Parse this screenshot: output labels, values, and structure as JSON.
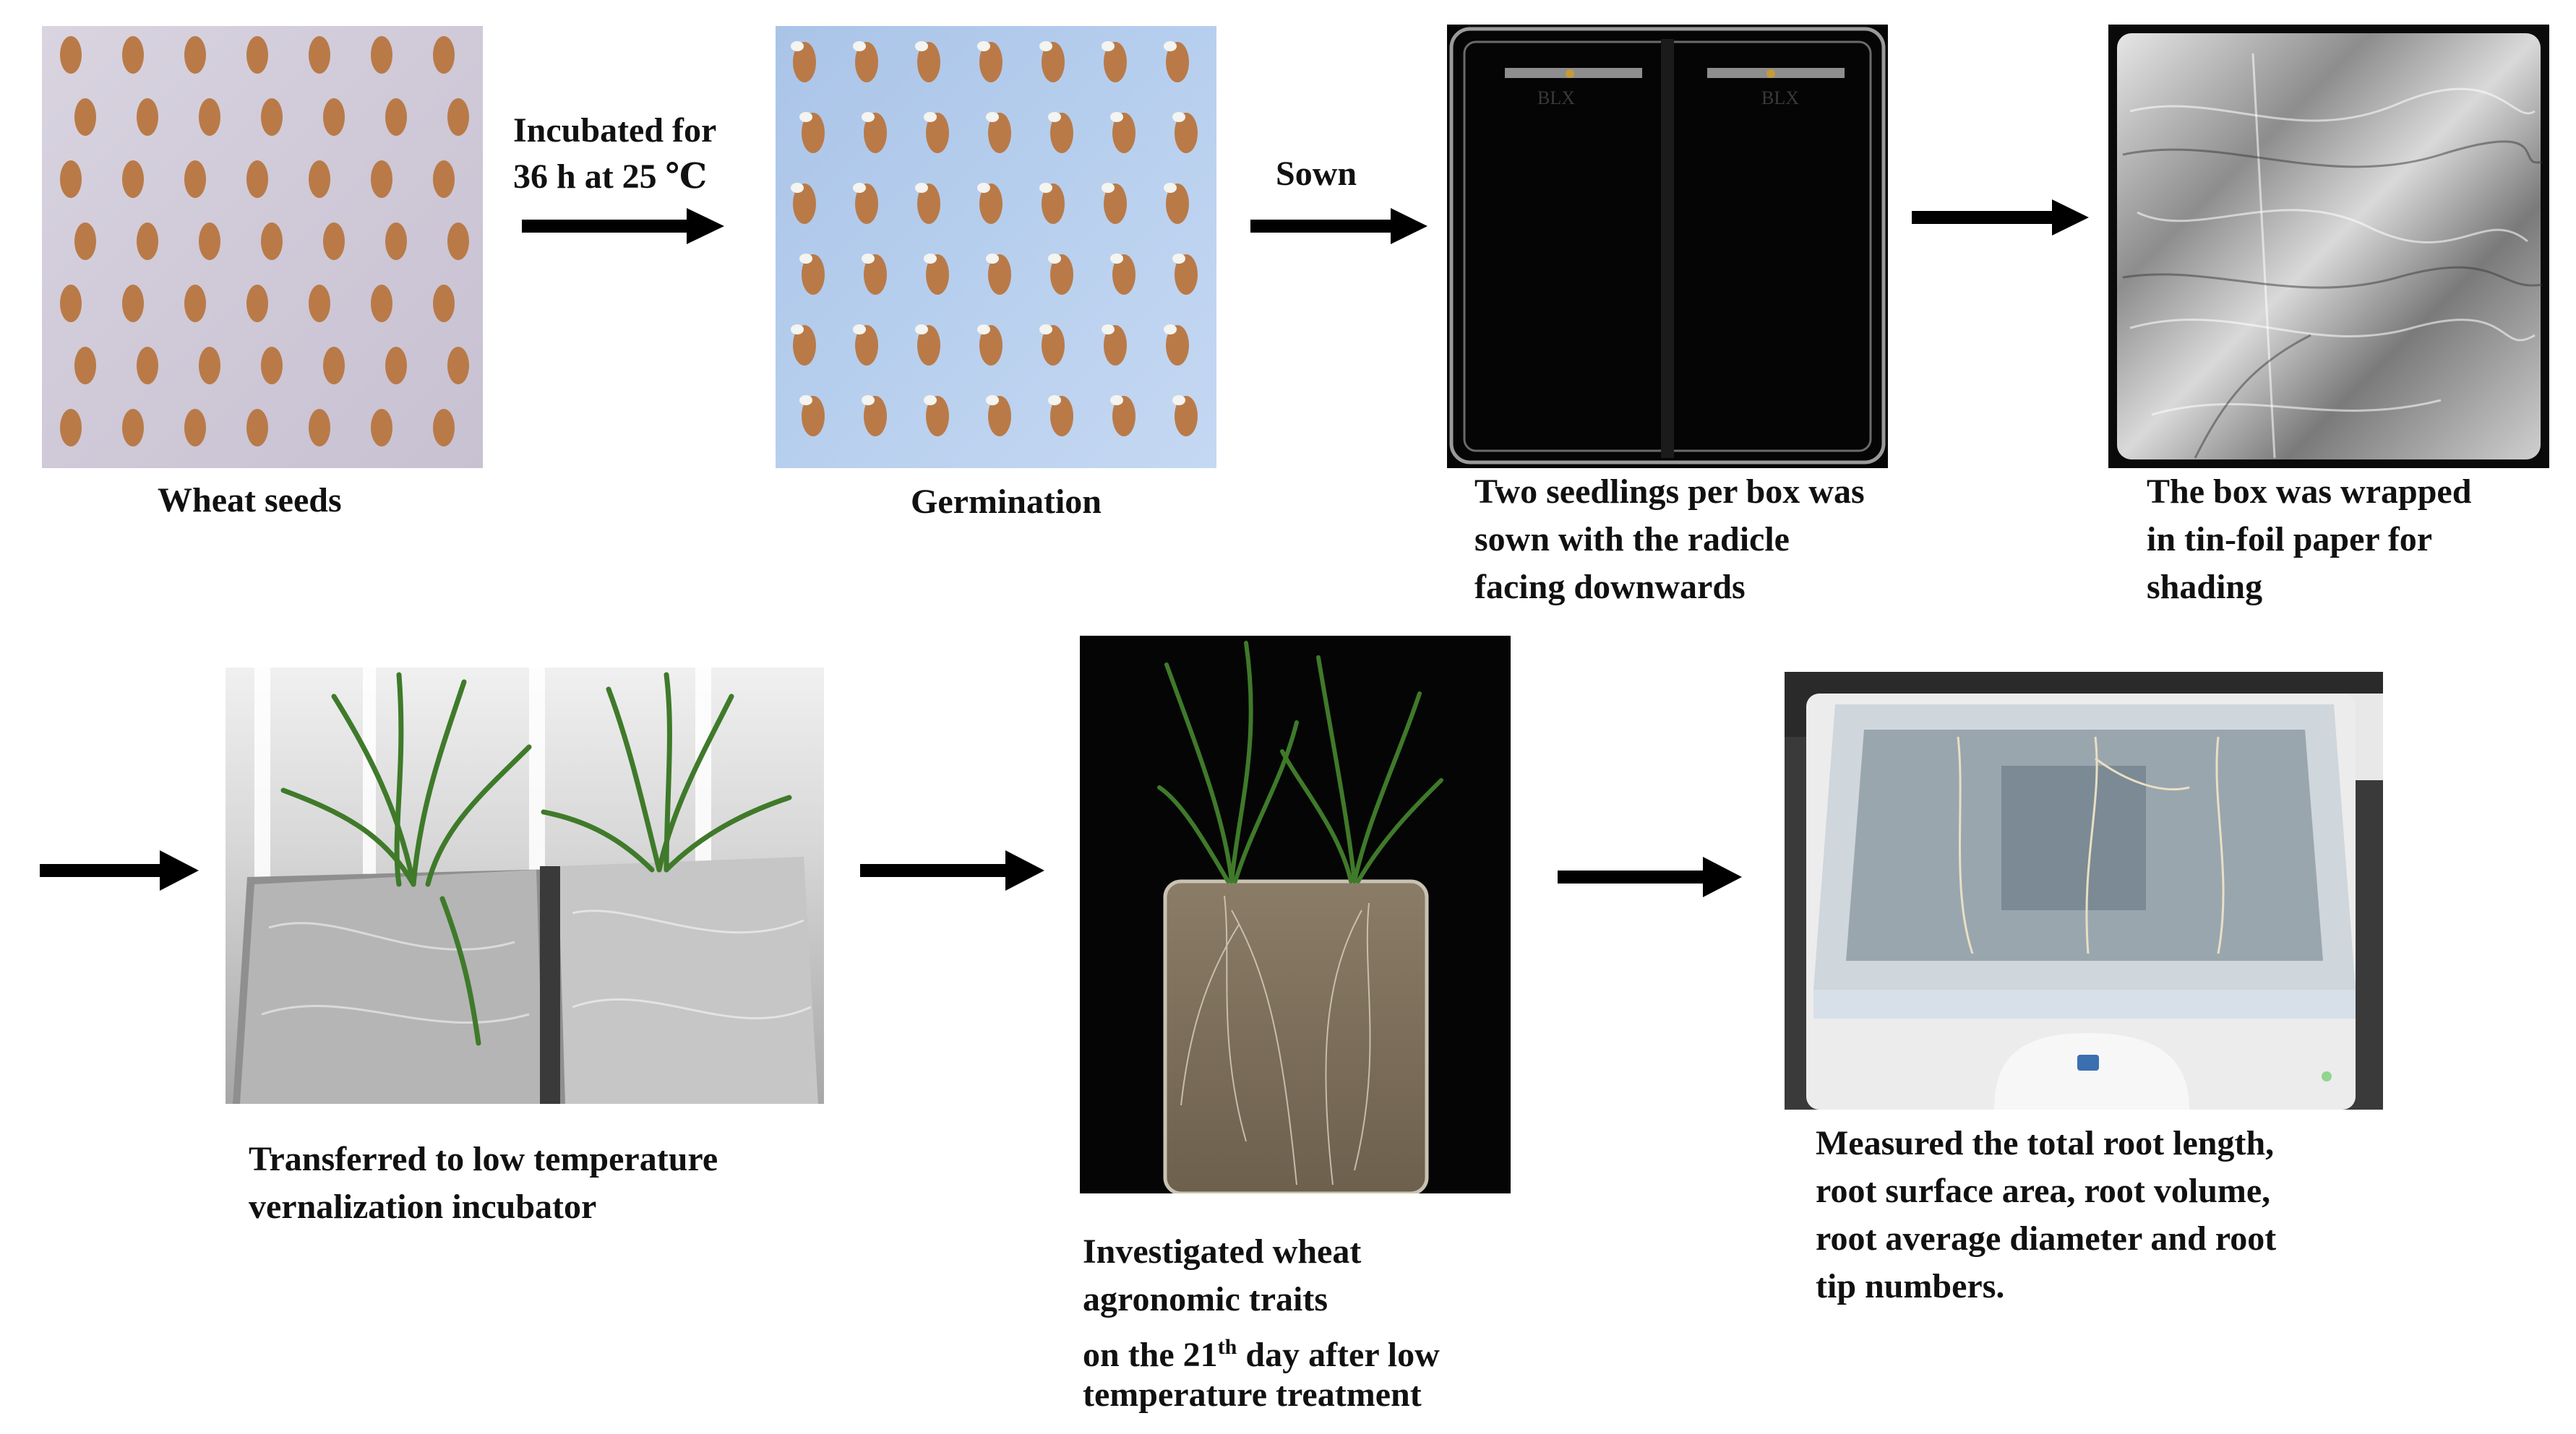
{
  "steps": {
    "seeds": {
      "caption": "Wheat seeds"
    },
    "germination": {
      "caption": "Germination"
    },
    "sowing": {
      "caption_lines": [
        "Two seedlings per box was",
        "sown with the radicle",
        "facing downwards"
      ]
    },
    "shading": {
      "caption_lines": [
        "The box was wrapped",
        "in tin-foil paper for",
        "shading"
      ]
    },
    "vernalization": {
      "caption_lines": [
        "Transferred to low temperature",
        "vernalization incubator"
      ]
    },
    "investigation": {
      "caption_line1": "Investigated  wheat",
      "caption_line2": "agronomic traits",
      "caption_line3_pre": "on  the 21",
      "caption_line3_sup": "th",
      "caption_line3_post": " day after low",
      "caption_line4": "temperature treatment"
    },
    "measurement": {
      "caption_lines": [
        "Measured the total root length,",
        "root surface area, root volume,",
        "root average diameter and root",
        "tip numbers."
      ]
    }
  },
  "arrow_labels": {
    "incubation": [
      "Incubated for",
      "36 h at 25 ℃"
    ],
    "sown": "Sown"
  },
  "box_labels": [
    "BLX",
    "BLX"
  ],
  "colors": {
    "arrow": "#000000",
    "seed": "#b97a48",
    "foil": "#b8b8b8",
    "leaf": "#3f7a2a",
    "scanner_body": "#ececec"
  }
}
